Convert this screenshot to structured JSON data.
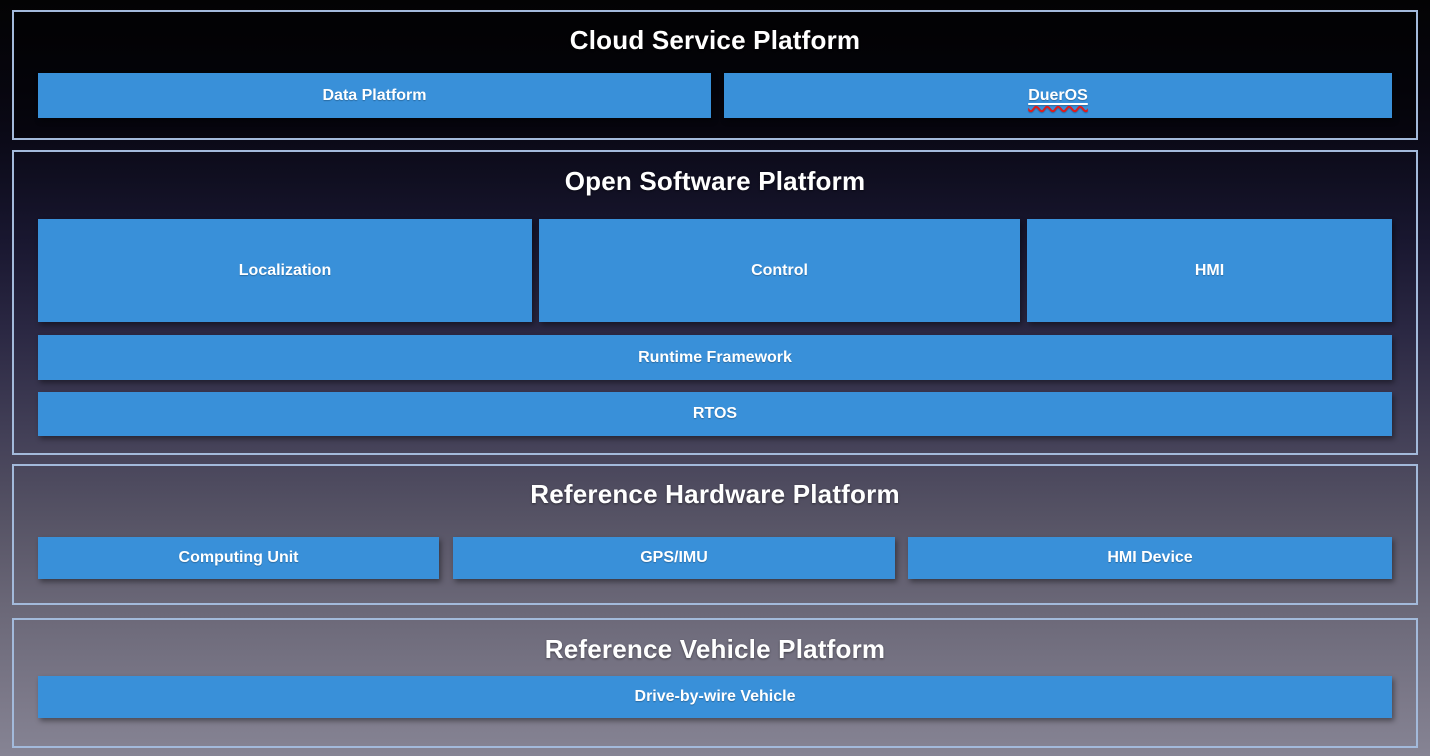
{
  "colors": {
    "box_blue": "#3990d9",
    "section_border": "#a3badb",
    "title_text": "#ffffff",
    "box_text": "#ffffff",
    "spellcheck_underline": "#e01b1b",
    "background_top": "#030304",
    "background_bottom": "#868494"
  },
  "sections": {
    "cloud": {
      "title": "Cloud Service Platform",
      "items": {
        "data_platform": "Data Platform",
        "dueros": "DuerOS"
      }
    },
    "software": {
      "title": "Open Software Platform",
      "items": {
        "localization": "Localization",
        "control": "Control",
        "hmi": "HMI",
        "runtime_framework": "Runtime Framework",
        "rtos": "RTOS"
      }
    },
    "hardware": {
      "title": "Reference Hardware Platform",
      "items": {
        "computing_unit": "Computing Unit",
        "gps_imu": "GPS/IMU",
        "hmi_device": "HMI Device"
      }
    },
    "vehicle": {
      "title": "Reference Vehicle Platform",
      "items": {
        "drive_by_wire": "Drive-by-wire Vehicle"
      }
    }
  }
}
